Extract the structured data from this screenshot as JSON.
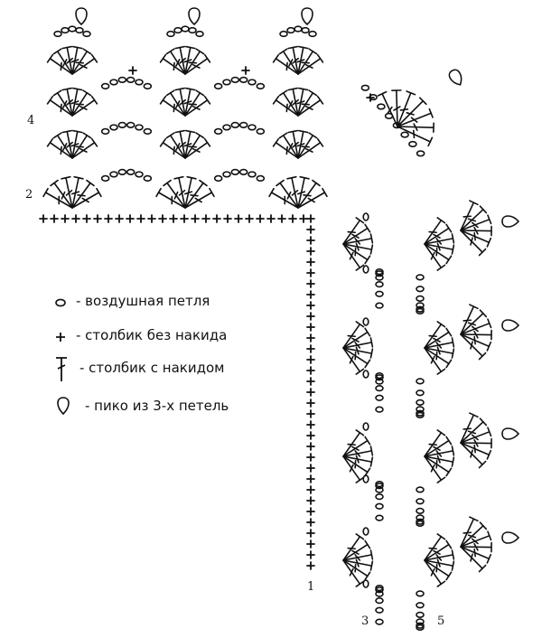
{
  "legend": {
    "items": [
      {
        "symbol": "chain-loop-icon",
        "text": "- воздушная петля"
      },
      {
        "symbol": "single-crochet-icon",
        "text": "- столбик без накида"
      },
      {
        "symbol": "double-crochet-icon",
        "text": "- столбик  с накидом"
      },
      {
        "symbol": "picot-icon",
        "text": "- пико из 3-х петель"
      }
    ]
  },
  "row_labels": {
    "top": [
      "4",
      "2"
    ],
    "bottom": [
      "1",
      "3",
      "5"
    ]
  },
  "colors": {
    "ink": "#111111",
    "background": "#ffffff"
  }
}
